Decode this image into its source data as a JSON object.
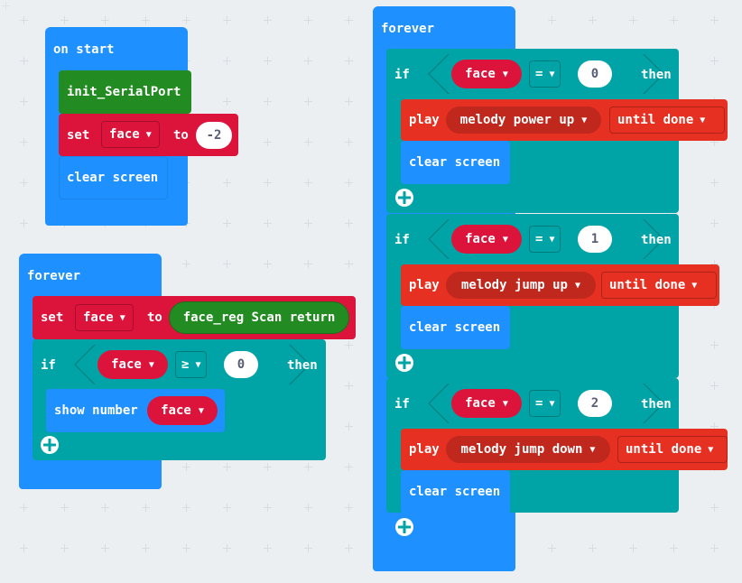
{
  "colors": {
    "basic": "#1e90ff",
    "logic": "#00a4a6",
    "variables": "#dc143c",
    "extension": "#228b22",
    "music": "#e63022",
    "workspace": "#eceff1"
  },
  "on_start": {
    "label": "on start",
    "init": "init_SerialPort",
    "set_label": "set",
    "var": "face",
    "to_label": "to",
    "value": "-2",
    "clear": "clear screen"
  },
  "forever_left": {
    "label": "forever",
    "set_label": "set",
    "var": "face",
    "to_label": "to",
    "call": "face_reg Scan return",
    "if_label": "if",
    "cond_var": "face",
    "op": "≥",
    "cond_value": "0",
    "then_label": "then",
    "show_label": "show number",
    "show_var": "face"
  },
  "forever_right": {
    "label": "forever",
    "branches": [
      {
        "if_label": "if",
        "var": "face",
        "op": "=",
        "value": "0",
        "then_label": "then",
        "play_label": "play",
        "melody": "melody power up",
        "mode": "until done",
        "clear": "clear screen"
      },
      {
        "if_label": "if",
        "var": "face",
        "op": "=",
        "value": "1",
        "then_label": "then",
        "play_label": "play",
        "melody": "melody jump up",
        "mode": "until done",
        "clear": "clear screen"
      },
      {
        "if_label": "if",
        "var": "face",
        "op": "=",
        "value": "2",
        "then_label": "then",
        "play_label": "play",
        "melody": "melody jump down",
        "mode": "until done",
        "clear": "clear screen"
      }
    ]
  },
  "icons": [
    "dropdown-arrow-icon",
    "add-plus-icon"
  ]
}
